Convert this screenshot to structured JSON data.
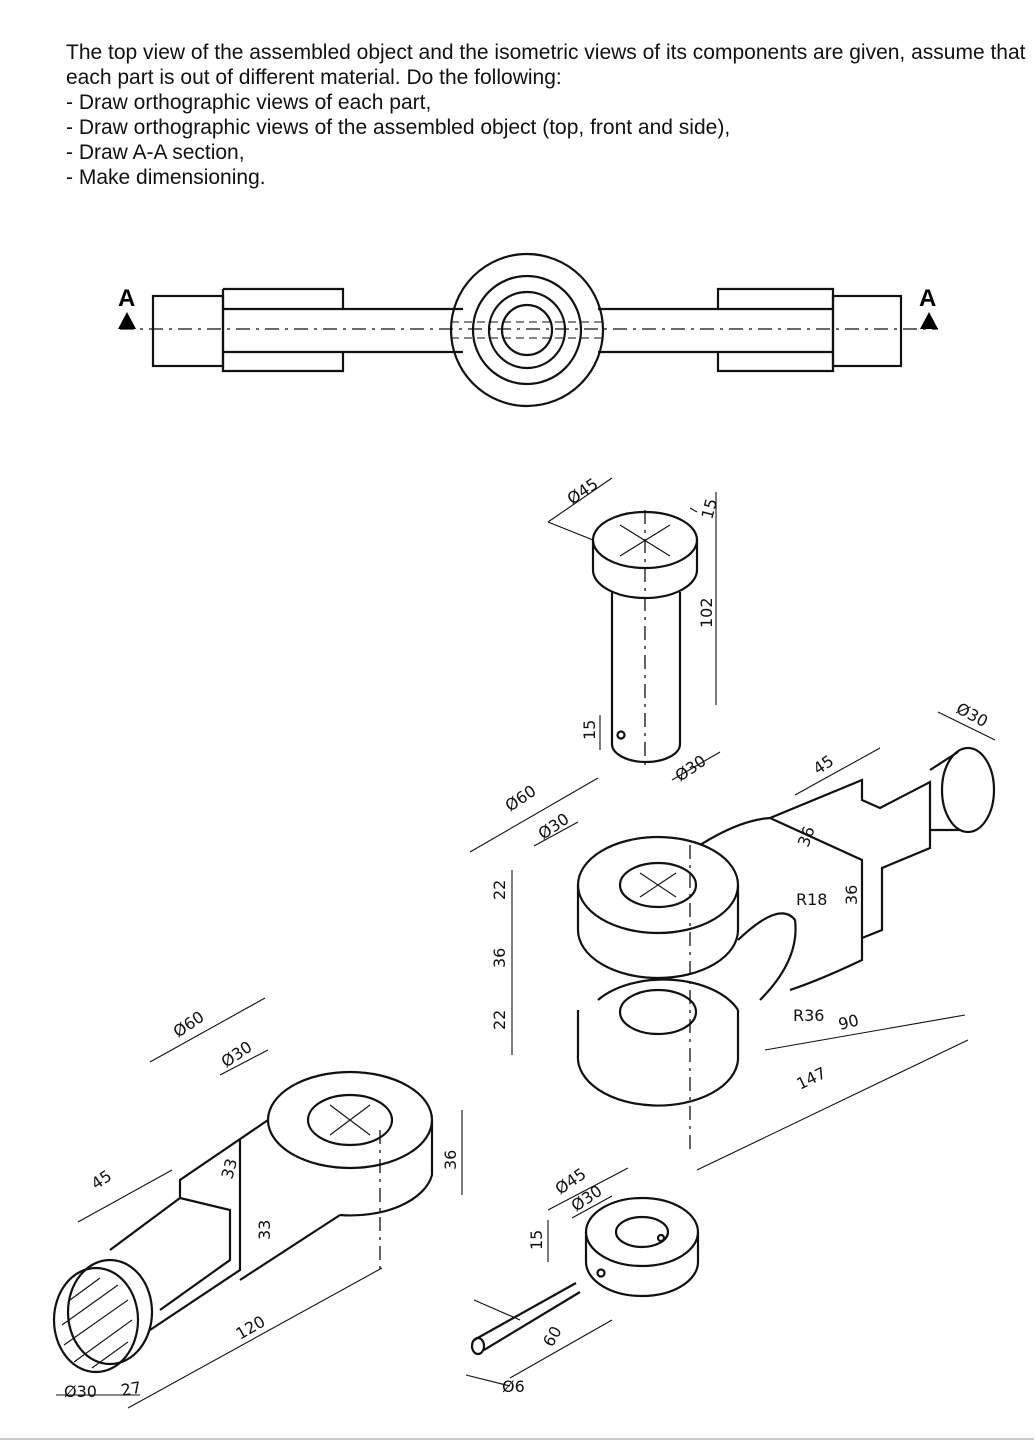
{
  "instructions": {
    "intro": "The top view of the assembled object and the isometric views of its components are given, assume that each part is out of different material. Do the following:",
    "items": [
      "- Draw orthographic views of each part,",
      "- Draw orthographic views of the assembled object (top, front and side),",
      "- Draw A-A section,",
      "- Make dimensioning."
    ]
  },
  "section_label": "A",
  "pin_dims": {
    "d45": "Ø45",
    "h15": "15",
    "l102": "102",
    "h15b": "15",
    "d30": "Ø30"
  },
  "fork_dims": {
    "d60": "Ø60",
    "d30": "Ø30",
    "h22a": "22",
    "h36": "36",
    "h22b": "22",
    "d30end": "Ø30",
    "l45": "45",
    "w36": "36",
    "w36b": "36",
    "r18": "R18",
    "r36": "R36",
    "l90": "90",
    "l147": "147"
  },
  "eye_dims": {
    "d60": "Ø60",
    "d30": "Ø30",
    "h36": "36",
    "w33": "33",
    "w33b": "33",
    "l45": "45",
    "l120": "120",
    "l27": "27"
  },
  "collar_dims": {
    "d45": "Ø45",
    "d30": "Ø30",
    "h15": "15"
  },
  "taper_pin_dims": {
    "l60": "60",
    "d6": "Ø6"
  }
}
